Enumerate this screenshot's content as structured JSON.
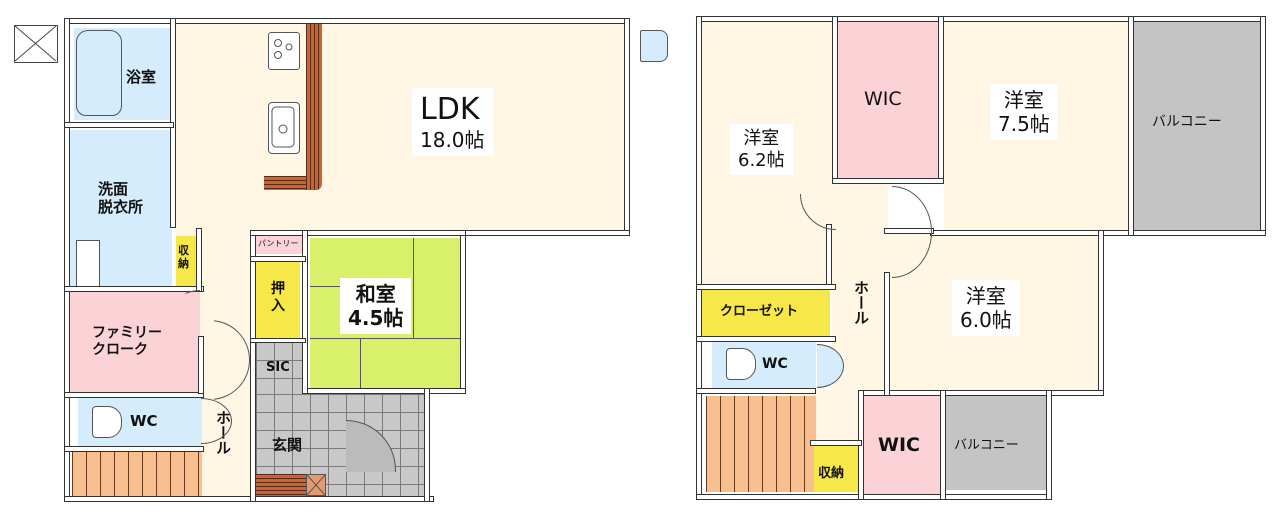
{
  "floor1": {
    "rooms": {
      "ldk": {
        "name": "LDK",
        "size": "18.0帖",
        "color": "#fff6e3"
      },
      "bath": {
        "name": "浴室",
        "color": "#d4ecfb"
      },
      "washroom": {
        "line1": "洗面",
        "line2": "脱衣所",
        "color": "#d4ecfb"
      },
      "storage_small": {
        "line1": "収",
        "line2": "納",
        "color": "#f7e84a"
      },
      "family_closet": {
        "line1": "ファミリー",
        "line2": "クローク",
        "color": "#fbd2d6"
      },
      "wc": {
        "name": "WC",
        "color": "#d4ecfb"
      },
      "hall": {
        "name": "ホール",
        "color": "#fff6e3"
      },
      "pantry": {
        "name": "パントリー",
        "color": "#fbd2d6"
      },
      "oshiire": {
        "line1": "押",
        "line2": "入",
        "color": "#f7e84a"
      },
      "washitsu": {
        "name": "和室",
        "size": "4.5帖",
        "color": "#d8f06a"
      },
      "sic": {
        "name": "SIC",
        "color": "#c8c8c8"
      },
      "genkan": {
        "name": "玄関",
        "color": "#c8c8c8"
      }
    }
  },
  "floor2": {
    "rooms": {
      "western1": {
        "name": "洋室",
        "size": "6.2帖",
        "color": "#fff6e3"
      },
      "wic1": {
        "name": "WIC",
        "color": "#fbd2d6"
      },
      "western2": {
        "name": "洋室",
        "size": "7.5帖",
        "color": "#fff6e3"
      },
      "balcony1": {
        "name": "バルコニー",
        "color": "#c4c4c4"
      },
      "closet": {
        "name": "クローゼット",
        "color": "#f7e84a"
      },
      "hall": {
        "name": "ホール",
        "color": "#fff6e3"
      },
      "western3": {
        "name": "洋室",
        "size": "6.0帖",
        "color": "#fff6e3"
      },
      "wc": {
        "name": "WC",
        "color": "#d4ecfb"
      },
      "wic2": {
        "name": "WIC",
        "color": "#fbd2d6"
      },
      "storage": {
        "name": "収納",
        "color": "#f7e84a"
      },
      "balcony2": {
        "name": "バルコニー",
        "color": "#c4c4c4"
      }
    }
  },
  "colors": {
    "wall": "#333333",
    "stairs": "#f9c08f",
    "kitchen_counter": "#c8633a"
  }
}
